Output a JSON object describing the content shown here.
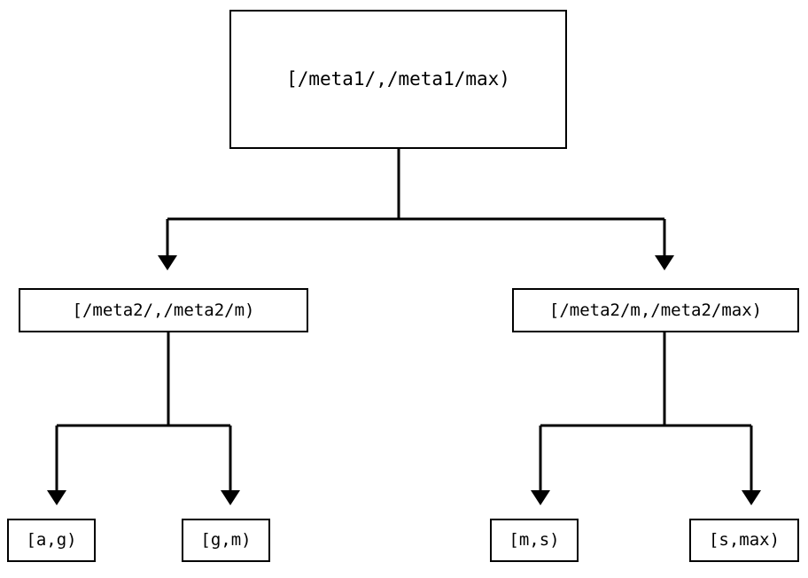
{
  "diagram": {
    "type": "tree",
    "orientation": "top-down",
    "background_color": "#ffffff",
    "stroke_color": "#000000",
    "text_color": "#000000",
    "nodes": {
      "root": {
        "label": "[/meta1/,/meta1/max)"
      },
      "mid_left": {
        "label": "[/meta2/,/meta2/m)"
      },
      "mid_right": {
        "label": "[/meta2/m,/meta2/max)"
      },
      "leaf_ag": {
        "label": "[a,g)"
      },
      "leaf_gm": {
        "label": "[g,m)"
      },
      "leaf_ms": {
        "label": "[m,s)"
      },
      "leaf_smax": {
        "label": "[s,max)"
      }
    },
    "edges": [
      {
        "from": "root",
        "to": "mid_left",
        "arrowhead": "triangle-down"
      },
      {
        "from": "root",
        "to": "mid_right",
        "arrowhead": "triangle-down"
      },
      {
        "from": "mid_left",
        "to": "leaf_ag",
        "arrowhead": "triangle-down"
      },
      {
        "from": "mid_left",
        "to": "leaf_gm",
        "arrowhead": "triangle-down"
      },
      {
        "from": "mid_right",
        "to": "leaf_ms",
        "arrowhead": "triangle-down"
      },
      {
        "from": "mid_right",
        "to": "leaf_smax",
        "arrowhead": "triangle-down"
      }
    ]
  }
}
